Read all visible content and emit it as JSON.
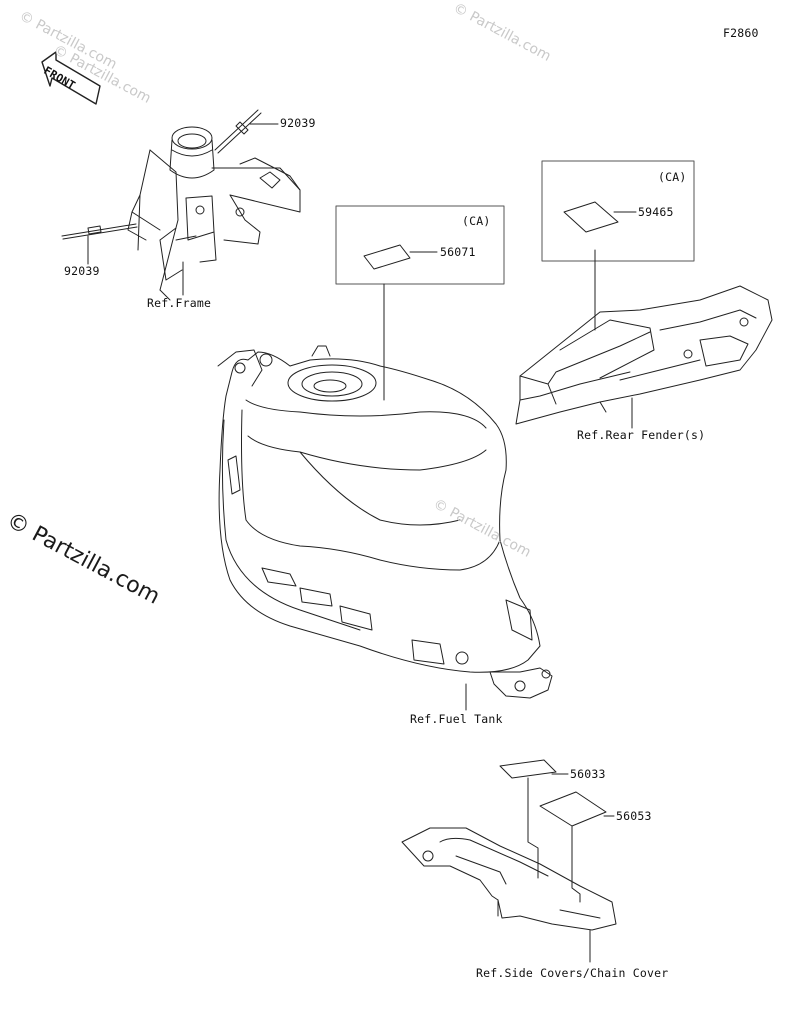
{
  "figure_code": "F2860",
  "front_arrow_label": "FRONT",
  "watermarks": {
    "small": "© Partzilla.com",
    "large": "© Partzilla.com"
  },
  "callouts": {
    "bolt_upper": "92039",
    "bolt_lower": "92039",
    "label_tank": "56071",
    "label_fender": "59465",
    "label_cover_a": "56033",
    "label_cover_b": "56053",
    "ca_tank": "(CA)",
    "ca_fender": "(CA)"
  },
  "references": {
    "frame": "Ref.Frame",
    "rear_fender": "Ref.Rear Fender(s)",
    "fuel_tank": "Ref.Fuel Tank",
    "side_covers": "Ref.Side Covers/Chain Cover"
  }
}
